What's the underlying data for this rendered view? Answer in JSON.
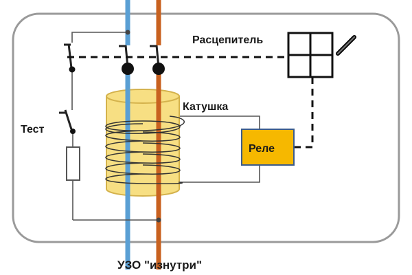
{
  "labels": {
    "breaker": "Расцепитель",
    "coil": "Катушка",
    "test": "Тест",
    "relay": "Реле",
    "caption": "УЗО \"изнутри\""
  },
  "colors": {
    "phase_wire": "#c8611f",
    "neutral_wire": "#5a9fd4",
    "coil_body": "#f7df83",
    "coil_border": "#d4b24c",
    "relay_fill": "#f6b800",
    "relay_border": "#3b5b8a",
    "enclosure": "#9a9a9a",
    "line": "#222222"
  }
}
